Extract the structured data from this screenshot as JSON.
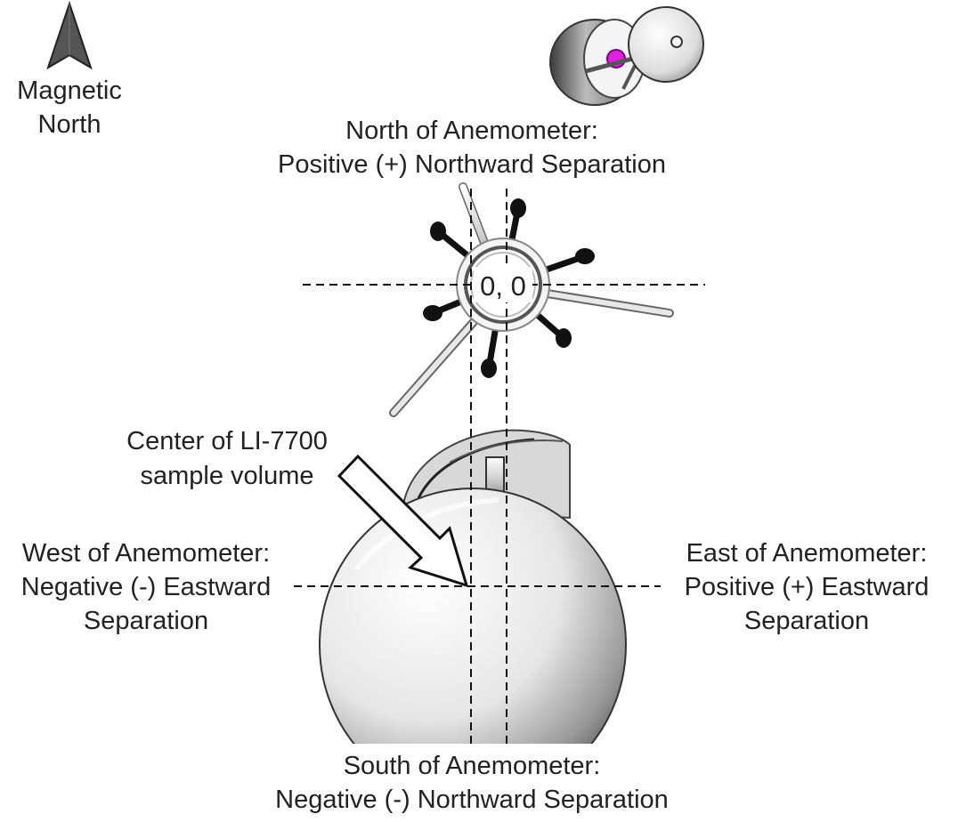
{
  "compass": {
    "label_line1": "Magnetic",
    "label_line2": "North",
    "icon": "north-arrow-icon"
  },
  "origin": {
    "label": "0, 0"
  },
  "north": {
    "line1": "North of Anemometer:",
    "line2": "Positive (+) Northward Separation"
  },
  "south": {
    "line1": "South of Anemometer:",
    "line2": "Negative (-) Northward Separation"
  },
  "west": {
    "line1": "West of Anemometer:",
    "line2": "Negative (-) Eastward",
    "line3": "Separation"
  },
  "east": {
    "line1": "East of Anemometer:",
    "line2": "Positive (+) Eastward",
    "line3": "Separation"
  },
  "sample_volume": {
    "line1": "Center of LI-7700",
    "line2": "sample volume"
  },
  "colors": {
    "line": "#111111",
    "text": "#222222",
    "instrument_light": "#f2f2f2",
    "instrument_dark": "#8a8a8a",
    "spike": "#111111",
    "accent_magenta": "#e020e0"
  }
}
